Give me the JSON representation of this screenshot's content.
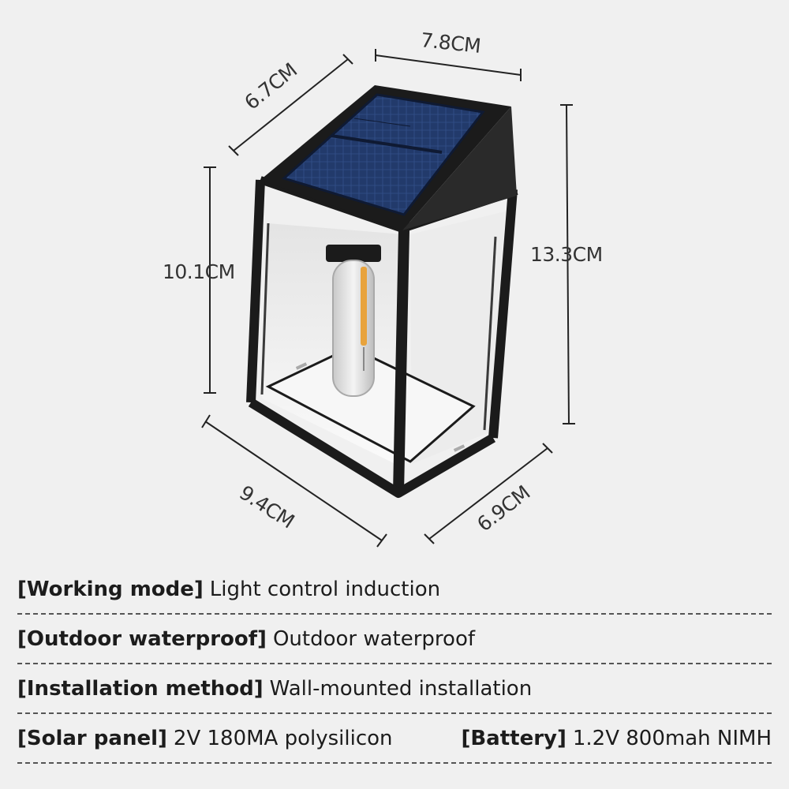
{
  "dimensions": {
    "top_width": "7.8CM",
    "top_depth": "6.7CM",
    "front_height": "10.1CM",
    "total_height": "13.3CM",
    "bottom_width": "9.4CM",
    "bottom_depth": "6.9CM"
  },
  "specs": [
    {
      "key": "[Working mode]",
      "value": "Light control induction"
    },
    {
      "key": "[Outdoor waterproof]",
      "value": "Outdoor waterproof"
    },
    {
      "key": "[Installation method]",
      "value": "Wall-mounted installation"
    }
  ],
  "specs_last": {
    "left_key": "[Solar panel]",
    "left_value": "2V 180MA polysilicon",
    "right_key": "[Battery]",
    "right_value": "1.2V 800mah NIMH"
  },
  "colors": {
    "frame": "#1b1b1b",
    "solar_panel": "#1e2f56",
    "bulb_filament": "#e8a33c",
    "background": "#f0f0f0"
  }
}
